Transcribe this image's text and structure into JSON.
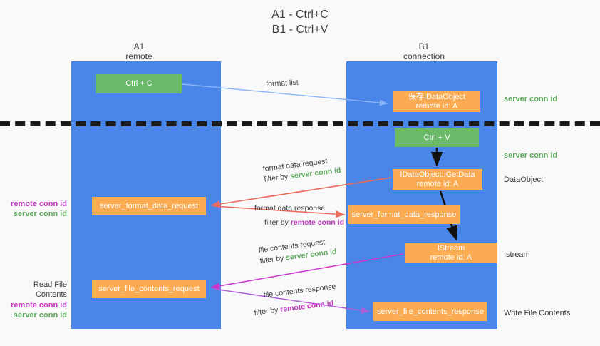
{
  "title": "A1 - Ctrl+C\nB1 - Ctrl+V",
  "columns": {
    "left": {
      "name": "A1",
      "role": "remote",
      "header": "A1\nremote"
    },
    "right": {
      "name": "B1",
      "role": "connection",
      "header": "B1\nconnection"
    }
  },
  "nodes": {
    "ctrl_c": {
      "label": "Ctrl + C",
      "color": "#6aba6a"
    },
    "save_idataobject": {
      "label": "保存IDataObject\nremote id: A",
      "color": "#fbab51"
    },
    "ctrl_v": {
      "label": "Ctrl + V",
      "color": "#6aba6a"
    },
    "getdata": {
      "label": "IDataObject::GetData\nremote id: A",
      "color": "#fbab51"
    },
    "server_format_data_request": {
      "label": "server_format_data_request",
      "color": "#fbab51"
    },
    "server_format_data_response": {
      "label": "server_format_data_response",
      "color": "#fbab51"
    },
    "istream": {
      "label": "IStream\nremote id: A",
      "color": "#fbab51"
    },
    "server_file_contents_request": {
      "label": "server_file_contents_request",
      "color": "#fbab51"
    },
    "server_file_contents_response": {
      "label": "server_file_contents_response",
      "color": "#fbab51"
    }
  },
  "edges": {
    "format_list": {
      "caption": "format list",
      "color": "#8ab4f8"
    },
    "format_data_request": {
      "caption_line1": "format data request",
      "caption_prefix": "filter by ",
      "caption_key": "server conn id",
      "key_color": "#5faa5f",
      "color": "#ea6a5b"
    },
    "format_data_response": {
      "caption_line1": "format data response",
      "caption_prefix": "filter by ",
      "caption_key": "remote conn id",
      "key_color": "#c13ac1",
      "color": "#ea6a5b"
    },
    "file_contents_request": {
      "caption_line1": "file contents request",
      "caption_prefix": "filter by ",
      "caption_key": "server conn id",
      "key_color": "#5faa5f",
      "color": "#cc33cc"
    },
    "file_contents_response": {
      "caption_line1": "file contents response",
      "caption_prefix": "filter by ",
      "caption_key": "remote conn id",
      "key_color": "#c13ac1",
      "color": "#b05fd8"
    }
  },
  "side_labels": {
    "server_conn_id_top": "server conn id",
    "server_conn_id_mid": "server conn id",
    "dataobject": "DataObject",
    "istream": "Istream",
    "write_file_contents": "Write File Contents"
  },
  "left_labels": {
    "group1": {
      "remote": "remote conn id",
      "server": "server conn id"
    },
    "group2": {
      "heading": "Read File Contents",
      "remote": "remote conn id",
      "server": "server conn id"
    }
  },
  "colors": {
    "lane": "#4a86e8",
    "node_green": "#6aba6a",
    "node_orange": "#fbab51",
    "green_text": "#5faa5f",
    "purple_text": "#c13ac1",
    "divider": "#1b1b1b",
    "background": "#f9f9f9"
  }
}
